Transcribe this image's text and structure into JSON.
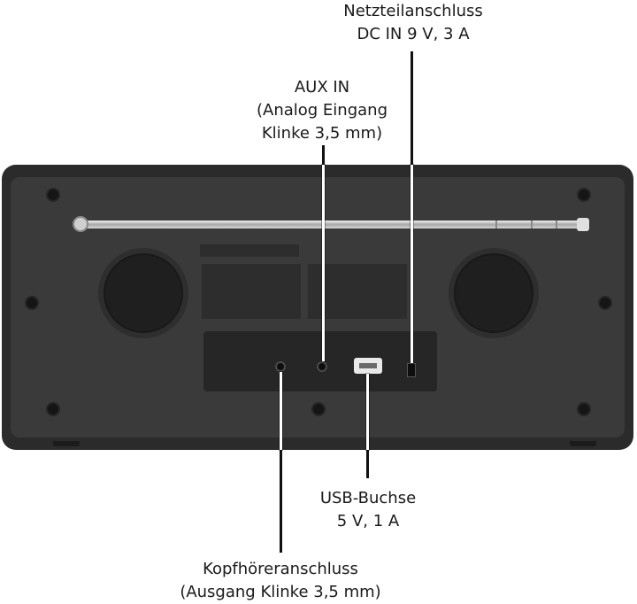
{
  "callouts": {
    "power": {
      "line1": "Netzteilanschluss",
      "line2": "DC IN 9 V, 3 A"
    },
    "aux": {
      "line1": "AUX IN",
      "line2": "(Analog Eingang",
      "line3": "Klinke 3,5 mm)"
    },
    "usb": {
      "line1": "USB-Buchse",
      "line2": "5 V, 1 A"
    },
    "headphone": {
      "line1": "Kopfhöreranschluss",
      "line2": "(Ausgang Klinke 3,5 mm)"
    }
  },
  "colors": {
    "device_body": "#2b2b2b",
    "panel": "#3a3a3a",
    "leader_light": "#ffffff",
    "leader_dark": "#111111",
    "usb_port": "#e9e9e9"
  },
  "icons": [
    "antenna-icon",
    "speaker-port-icon",
    "screw-icon",
    "headphone-jack-icon",
    "aux-jack-icon",
    "usb-port-icon",
    "dc-in-port-icon"
  ]
}
